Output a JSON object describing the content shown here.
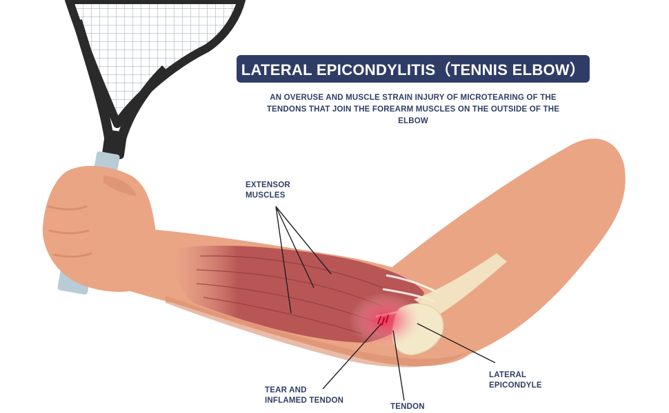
{
  "title": "LATERAL EPICONDYLITIS（TENNIS ELBOW）",
  "subtitle": "AN OVERUSE AND MUSCLE STRAIN INJURY OF MICROTEARING OF THE TENDONS THAT JOIN THE FOREARM MUSCLES ON THE OUTSIDE OF THE ELBOW",
  "labels": {
    "extensor_muscles": "EXTENSOR\nMUSCLES",
    "tear_inflamed_tendon": "TEAR AND\nINFLAMED TENDON",
    "tendon": "TENDON",
    "lateral_epicondyle": "LATERAL\nEPICONDYLE"
  },
  "colors": {
    "banner": "#2f3d66",
    "label_text": "#2f3d66",
    "skin": "#eaa585",
    "skin_shadow": "#d9906f",
    "muscle": "#b85656",
    "tendon": "#f3e9c8",
    "inflammation": "#f25c7a",
    "racket_frame": "#2a2a2a",
    "racket_grip": "#b8ccd6"
  },
  "icons": {
    "racket": "tennis-racket-icon"
  }
}
